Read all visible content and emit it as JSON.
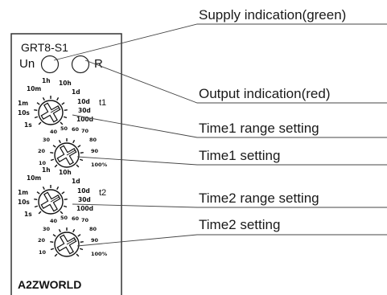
{
  "device": {
    "model": "GRT8-S1",
    "indicator_un": "Un",
    "indicator_r": "R",
    "brand": "A2ZWORLD"
  },
  "callouts": [
    {
      "id": "supply",
      "text": "Supply indication(green)"
    },
    {
      "id": "output",
      "text": "Output indication(red)"
    },
    {
      "id": "t1_range",
      "text": "Time1 range setting"
    },
    {
      "id": "t1_set",
      "text": "Time1 setting"
    },
    {
      "id": "t2_range",
      "text": "Time2 range setting"
    },
    {
      "id": "t2_set",
      "text": "Time2 setting"
    }
  ],
  "range_dial": {
    "marks": [
      "1s",
      "10s",
      "1m",
      "10m",
      "1h",
      "10h",
      "1d",
      "10d",
      "30d",
      "100d"
    ]
  },
  "setting_dial": {
    "marks": [
      "10",
      "20",
      "30",
      "40",
      "50",
      "60",
      "70",
      "80",
      "90",
      "100%"
    ]
  },
  "dial_labels": {
    "t1": "t1",
    "t2": "t2"
  }
}
